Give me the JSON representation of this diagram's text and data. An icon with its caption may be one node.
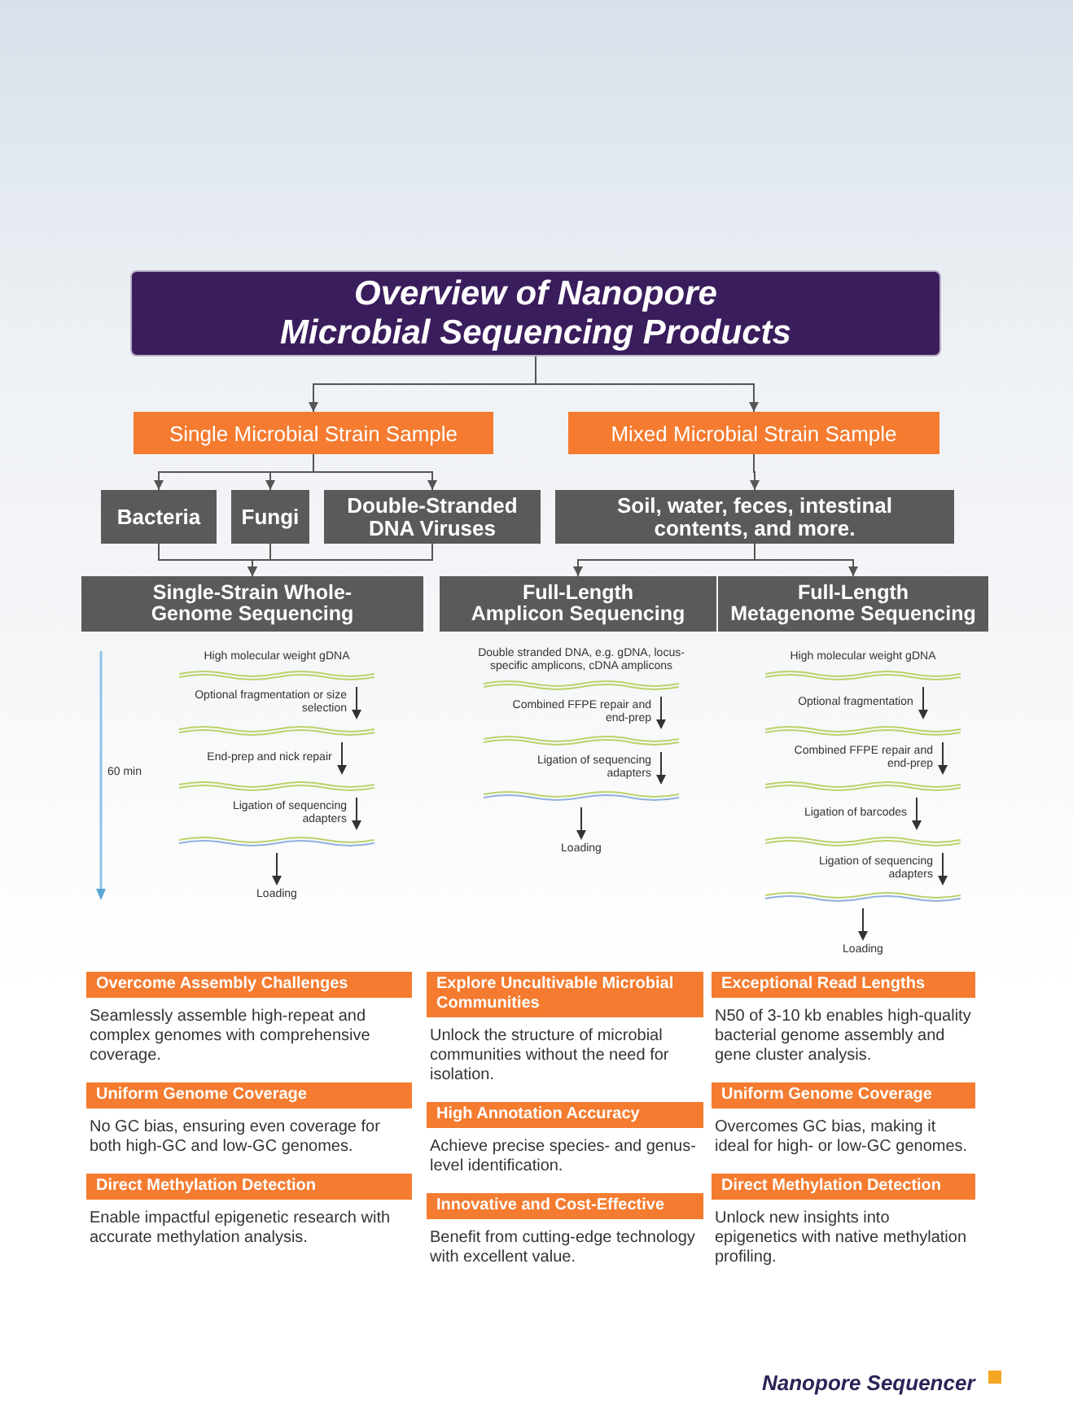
{
  "diagram": {
    "nodes": [
      {
        "text": [
          "Overview of Nanopore Microbial Sequencing Products"
        ]
      },
      {
        "text": [
          "Single Microbial Strain Sample"
        ]
      },
      {
        "text": [
          "Mixed Microbial Strain Sample"
        ]
      },
      {
        "text": [
          "Bacteria"
        ]
      },
      {
        "text": [
          "Fungi"
        ]
      },
      {
        "text": [
          "Double-Stranded DNA Viruses"
        ]
      },
      {
        "text": [
          "Soil, water, feces, intestinal contents, and more."
        ]
      },
      {
        "text": [
          "Single-Strain Whole-Genome Sequencing"
        ]
      },
      {
        "text": [
          "Full-Length Amplicon Sequencing"
        ]
      },
      {
        "text": [
          "Full-Length Metagenome Sequencing"
        ]
      },
      {
        "text": [
          "Overcome Assembly Challenges"
        ],
        "beside": [
          "Seamlessly assemble high-repeat and complex genomes with comprehensive coverage."
        ]
      },
      {
        "text": [
          "Uniform Genome Coverage"
        ],
        "beside": [
          "No GC bias, ensuring even coverage for both high-GC and low-GC genomes."
        ]
      },
      {
        "text": [
          "Direct Methylation Detection"
        ],
        "beside": [
          "Enable impactful epigenetic research with accurate methylation analysis."
        ]
      },
      {
        "text": [
          "Explore Uncultivable Microbial Communities"
        ],
        "beside": [
          "Unlock the structure of microbial communities without the need for isolation."
        ]
      },
      {
        "text": [
          "High Annotation Accuracy"
        ],
        "beside": [
          "Achieve precise species- and genus-level identification."
        ]
      },
      {
        "text": [
          "Innovative and Cost-Effective"
        ],
        "beside": [
          "Benefit from cutting-edge technology with excellent value."
        ]
      },
      {
        "text": [
          "Exceptional Read Lengths"
        ],
        "beside": [
          "N50 of 3-10 kb enables high-quality bacterial genome assembly and gene cluster analysis."
        ]
      },
      {
        "text": [
          "Uniform Genome Coverage"
        ],
        "beside": [
          "Overcomes GC bias, making it ideal for high- or low-GC genomes."
        ]
      },
      {
        "text": [
          "Direct Methylation Detection"
        ],
        "beside": [
          "Unlock new insights into epigenetics with native methylation profiling."
        ]
      }
    ],
    "edges": [
      {
        "from": 0,
        "to": 1,
        "arrow": "to"
      },
      {
        "from": 0,
        "to": 2,
        "arrow": "to"
      },
      {
        "from": 1,
        "to": 3,
        "arrow": "to"
      },
      {
        "from": 1,
        "to": 4,
        "arrow": "to"
      },
      {
        "from": 1,
        "to": 5,
        "arrow": "to"
      },
      {
        "from": 2,
        "to": 6,
        "arrow": "to"
      },
      {
        "from": 3,
        "to": 7,
        "arrow": "to"
      },
      {
        "from": 4,
        "to": 7,
        "arrow": "to"
      },
      {
        "from": 5,
        "to": 7,
        "arrow": "to"
      },
      {
        "from": 6,
        "to": 8,
        "arrow": "to"
      },
      {
        "from": 6,
        "to": 9,
        "arrow": "to"
      }
    ],
    "labels": [
      "High molecular weight gDNA",
      "Optional fragmentation or size selection",
      "End-prep and nick repair",
      "Ligation of sequencing adapters",
      "Loading",
      "60 min",
      "Double stranded DNA, e.g. gDNA, locus-specific amplicons, cDNA amplicons",
      "Combined FFPE repair and end-prep",
      "Ligation of sequencing adapters",
      "Loading",
      "High molecular weight gDNA",
      "Optional fragmentation",
      "Combined FFPE repair and end-prep",
      "Ligation of barcodes",
      "Ligation of sequencing adapters",
      "Loading",
      "Nanopore Sequencer"
    ]
  }
}
